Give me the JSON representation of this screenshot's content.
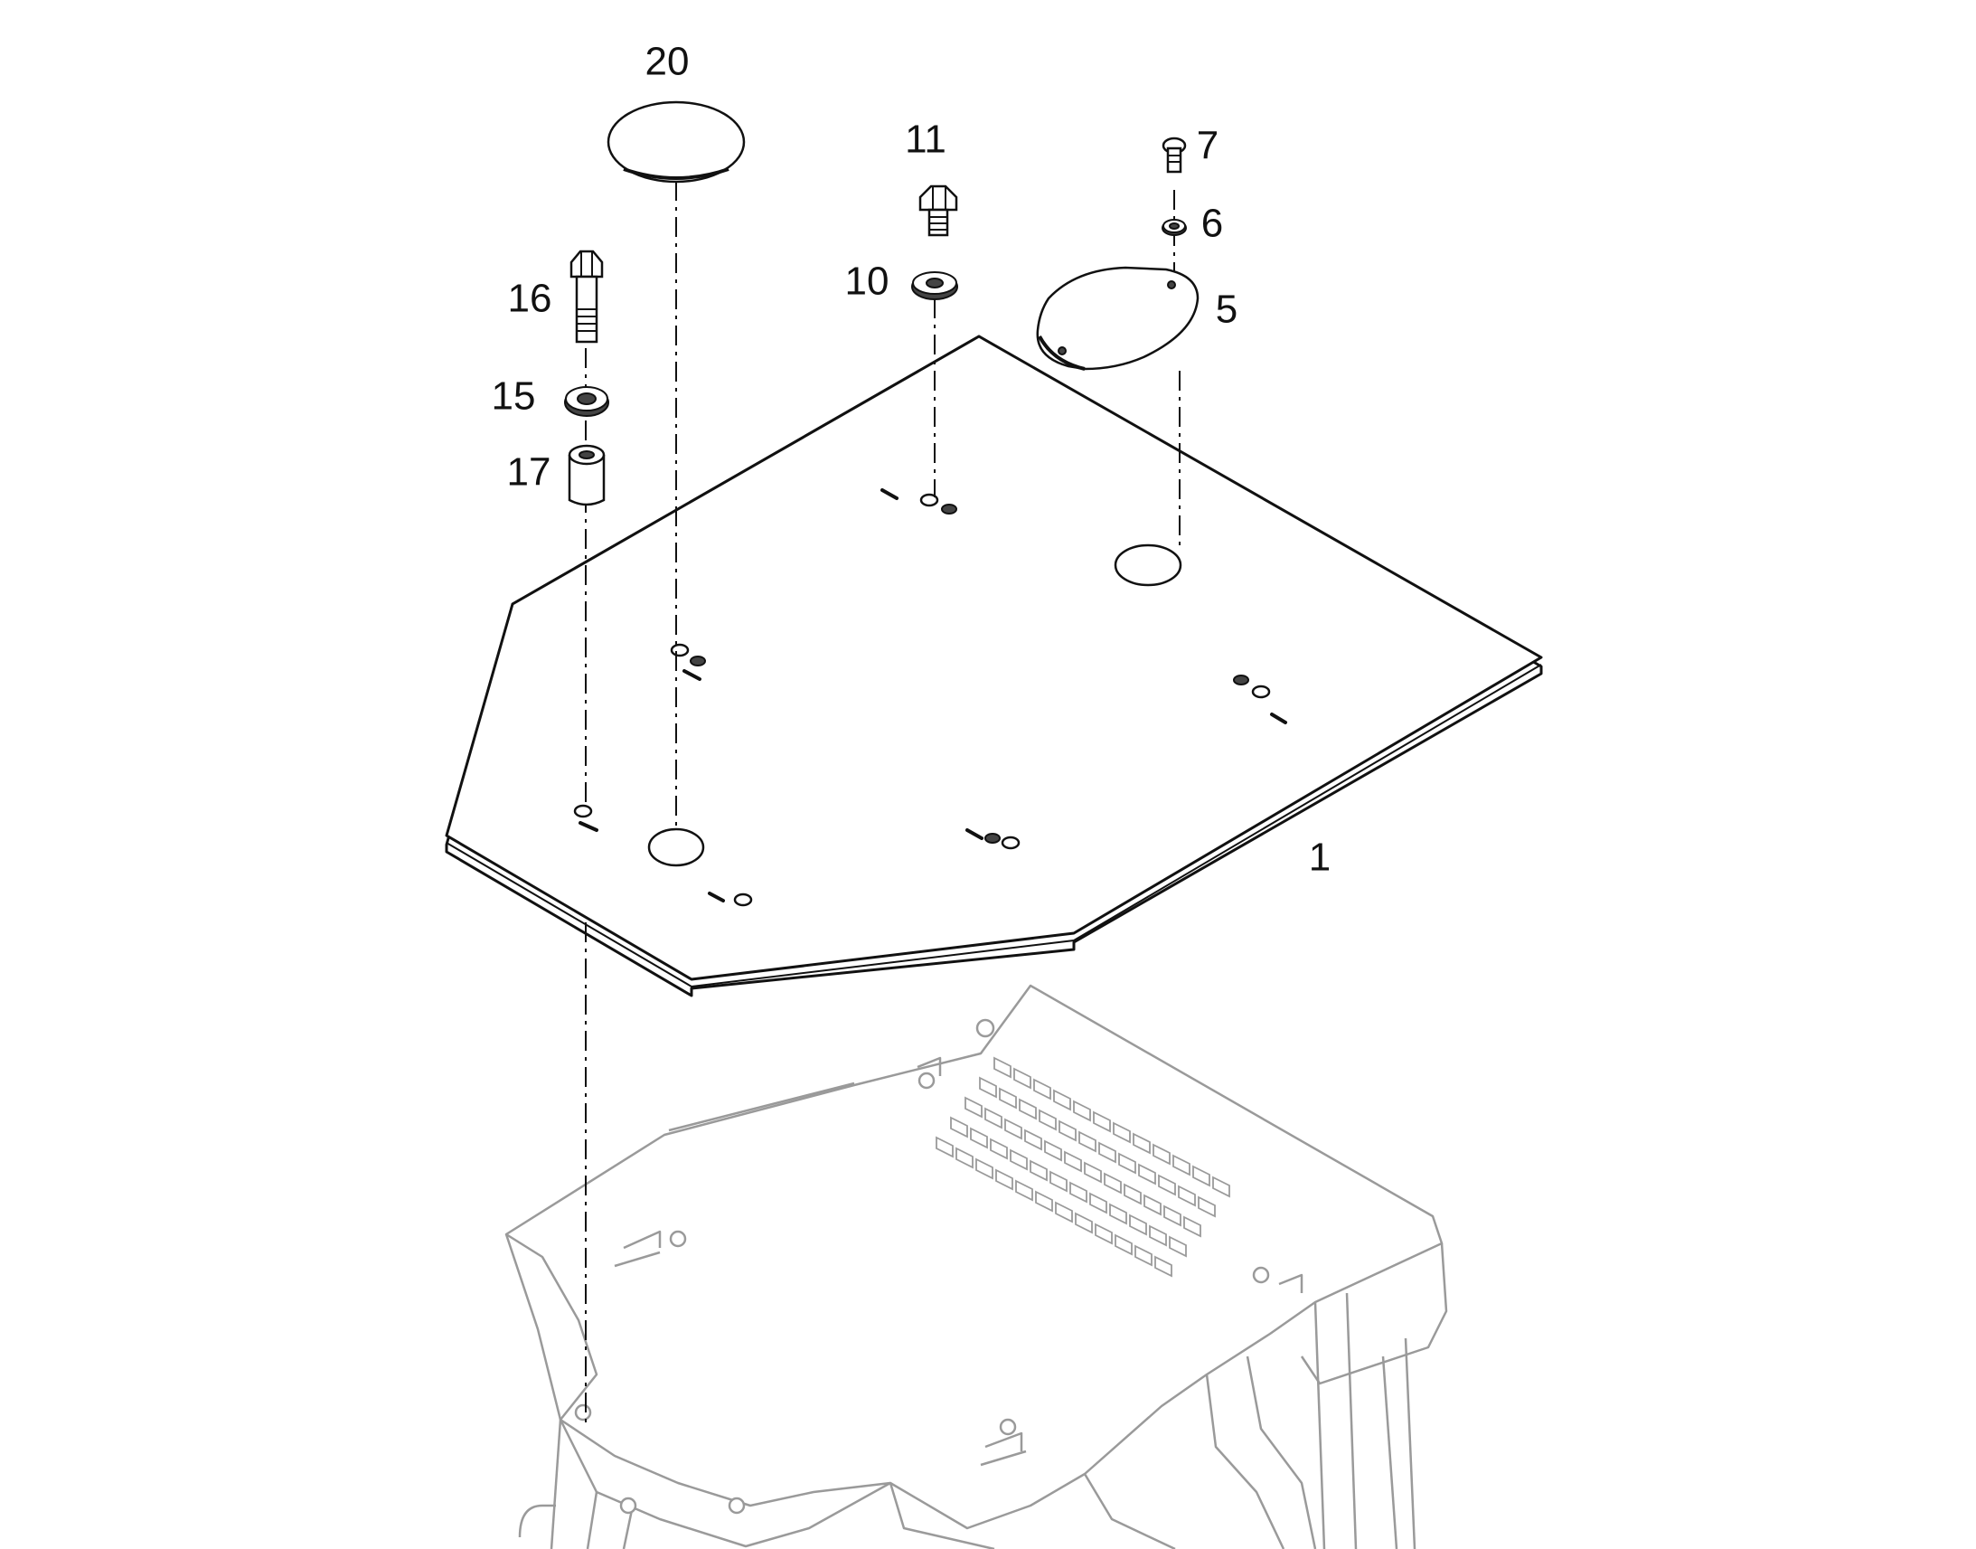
{
  "diagram": {
    "callouts": [
      {
        "id": "20",
        "label": "20"
      },
      {
        "id": "11",
        "label": "11"
      },
      {
        "id": "7",
        "label": "7"
      },
      {
        "id": "6",
        "label": "6"
      },
      {
        "id": "10",
        "label": "10"
      },
      {
        "id": "5",
        "label": "5"
      },
      {
        "id": "16",
        "label": "16"
      },
      {
        "id": "15",
        "label": "15"
      },
      {
        "id": "17",
        "label": "17"
      },
      {
        "id": "1",
        "label": "1"
      }
    ]
  }
}
